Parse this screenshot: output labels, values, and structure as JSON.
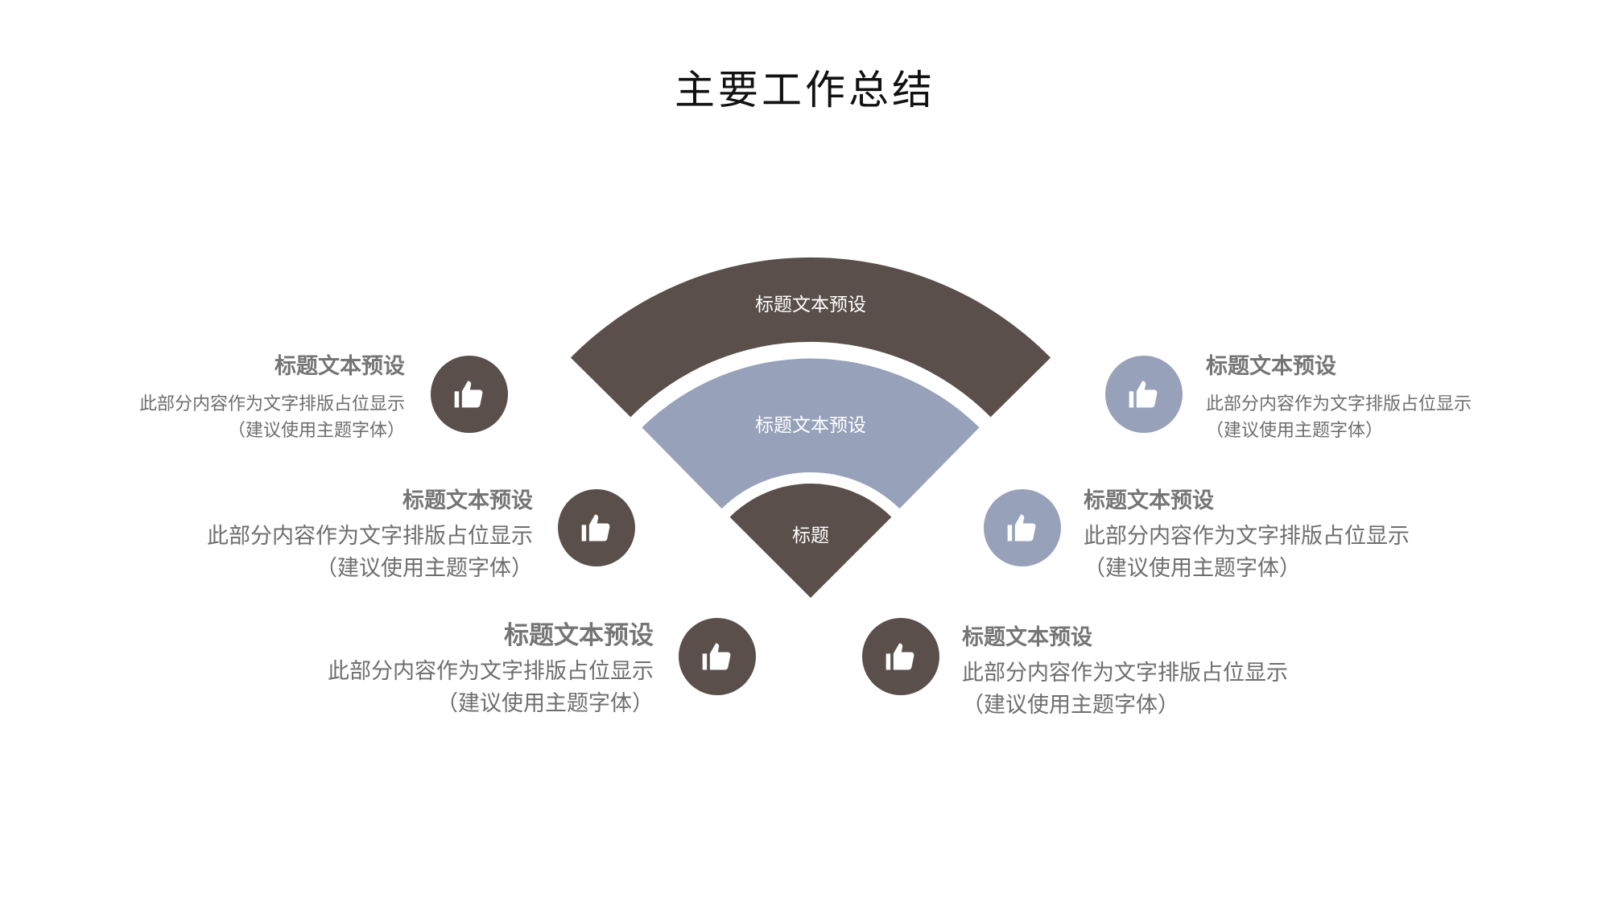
{
  "title": "主要工作总结",
  "colors": {
    "dark": "#5a4f4b",
    "light": "#97a2ba",
    "text": "#6e6e6e"
  },
  "fan": {
    "outer_label": "标题文本预设",
    "middle_label": "标题文本预设",
    "inner_label": "标题"
  },
  "items": [
    {
      "side": "left",
      "icon": "thumbs-up-icon",
      "tone": "dark",
      "heading": "标题文本预设",
      "line1": "此部分内容作为文字排版占位显示",
      "line2": "（建议使用主题字体）"
    },
    {
      "side": "left",
      "icon": "thumbs-up-icon",
      "tone": "dark",
      "heading": "标题文本预设",
      "line1": "此部分内容作为文字排版占位显示",
      "line2": "（建议使用主题字体）"
    },
    {
      "side": "left",
      "icon": "thumbs-up-icon",
      "tone": "dark",
      "heading": "标题文本预设",
      "line1": "此部分内容作为文字排版占位显示",
      "line2": "（建议使用主题字体）"
    },
    {
      "side": "right",
      "icon": "thumbs-up-icon",
      "tone": "light",
      "heading": "标题文本预设",
      "line1": "此部分内容作为文字排版占位显示",
      "line2": "（建议使用主题字体）"
    },
    {
      "side": "right",
      "icon": "thumbs-up-icon",
      "tone": "light",
      "heading": "标题文本预设",
      "line1": "此部分内容作为文字排版占位显示",
      "line2": "（建议使用主题字体）"
    },
    {
      "side": "right",
      "icon": "thumbs-up-icon",
      "tone": "dark",
      "heading": "标题文本预设",
      "line1": "此部分内容作为文字排版占位显示",
      "line2": "（建议使用主题字体）"
    }
  ]
}
